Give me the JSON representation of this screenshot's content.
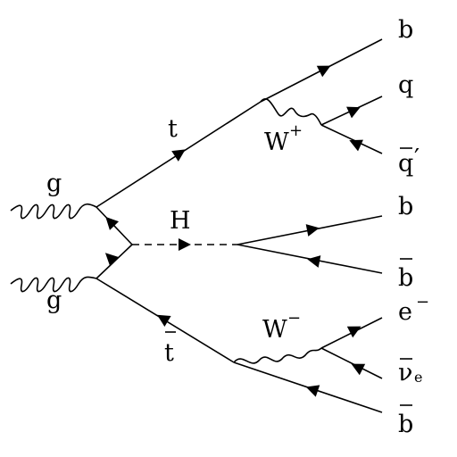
{
  "labels": {
    "gluon_top": "g",
    "gluon_bottom": "g",
    "top": "t",
    "antitop": "t",
    "higgs": "H",
    "w_plus": "W",
    "w_plus_charge": "+",
    "w_minus": "W",
    "w_minus_charge": "−",
    "b_from_top": "b",
    "q": "q",
    "qbar_prime": "q",
    "prime": "′",
    "b_from_higgs": "b",
    "bbar_from_higgs": "b",
    "electron": "e",
    "electron_charge": "−",
    "antineutrino": "ν",
    "antineutrino_flavor": "e",
    "bbar_from_antitop": "b"
  }
}
